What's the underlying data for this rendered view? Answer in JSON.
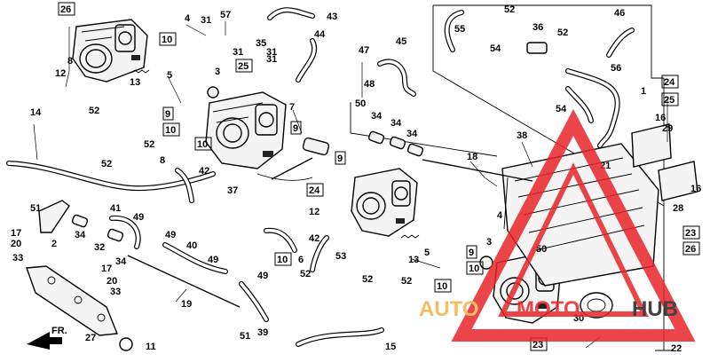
{
  "callouts": [
    "1",
    "2",
    "3",
    "4",
    "5",
    "6",
    "7",
    "8",
    "9",
    "10",
    "11",
    "12",
    "13",
    "14",
    "15",
    "16",
    "17",
    "18",
    "19",
    "20",
    "21",
    "22",
    "23",
    "24",
    "25",
    "26",
    "27",
    "28",
    "29",
    "30",
    "31",
    "32",
    "33",
    "34",
    "35",
    "36",
    "37",
    "38",
    "39",
    "40",
    "41",
    "42",
    "43",
    "44",
    "45",
    "46",
    "47",
    "48",
    "49",
    "50",
    "51",
    "52",
    "53",
    "54",
    "55",
    "56",
    "57"
  ],
  "boxed_numbers": [
    "9",
    "10",
    "23",
    "24",
    "25",
    "26"
  ],
  "direction_label": "FR.",
  "watermark": {
    "text_auto": "AUTO",
    "text_moto": "MOTO",
    "text_hub": "HUB",
    "color": "#e8252b"
  }
}
